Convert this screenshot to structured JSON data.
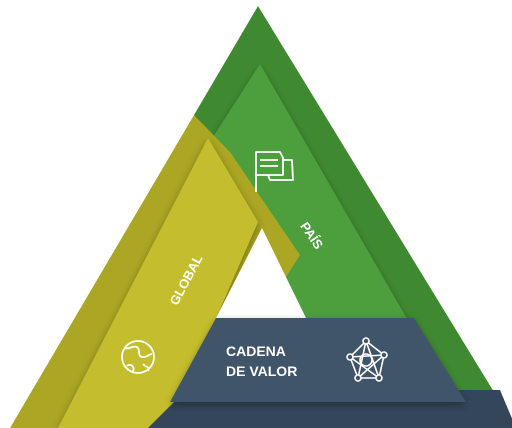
{
  "segments": {
    "pais": {
      "label": "PAÍS",
      "icon": "flag-icon",
      "color": "#4a9a3a"
    },
    "global": {
      "label": "GLOBAL",
      "icon": "globe-icon",
      "color": "#c3bd2c"
    },
    "cadena": {
      "label_line1": "CADENA",
      "label_line2": "DE VALOR",
      "icon": "network-icon",
      "color": "#3e5064"
    }
  }
}
